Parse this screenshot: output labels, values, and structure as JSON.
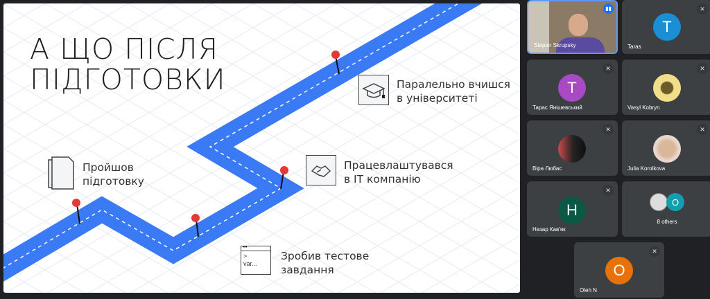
{
  "slide": {
    "title_line1": "А ЩО ПІСЛЯ",
    "title_line2": "ПІДГОТОВКИ",
    "steps": [
      {
        "line1": "Пройшов",
        "line2": "підготовку",
        "icon": "document-icon"
      },
      {
        "line1": "Зробив тестове",
        "line2": "завдання",
        "icon": "terminal-icon",
        "icon_text1": ">",
        "icon_text2": "var..."
      },
      {
        "line1": "Працевлаштувався",
        "line2": "в IT компанію",
        "icon": "handshake-icon"
      },
      {
        "line1": "Паралельно вчишся",
        "line2": "в університеті",
        "icon": "graduation-cap-icon"
      }
    ],
    "path_color": "#3a7af5"
  },
  "participants": [
    {
      "name": "Stepan Skrupsky",
      "type": "video",
      "speaking": true
    },
    {
      "name": "Taras",
      "initial": "T",
      "color": "#1a8fd4"
    },
    {
      "name": "Тарас Янішевський",
      "initial": "T",
      "color": "#a94ac4"
    },
    {
      "name": "Vasyl Kobryn",
      "type": "photo"
    },
    {
      "name": "Віра Любас",
      "type": "photo"
    },
    {
      "name": "Julia Korolkova",
      "type": "photo"
    },
    {
      "name": "Назар Кав'як",
      "initial": "H",
      "color": "#0b5846"
    },
    {
      "name": "Oleh N",
      "initial": "O",
      "color": "#e8710a"
    }
  ],
  "others": {
    "label": "8 others",
    "initial": "O",
    "color": "#129eaf"
  }
}
